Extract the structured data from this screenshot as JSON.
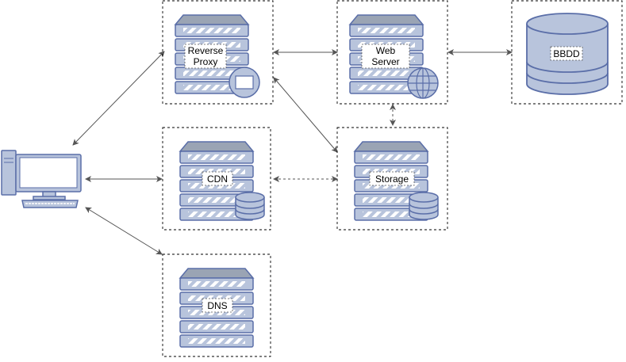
{
  "nodes": {
    "reverse_proxy": {
      "label_line1": "Reverse",
      "label_line2": "Proxy",
      "icon": "server-with-window-icon"
    },
    "web_server": {
      "label_line1": "Web",
      "label_line2": "Server",
      "icon": "server-with-globe-icon"
    },
    "bbdd": {
      "label": "BBDD",
      "icon": "database-icon"
    },
    "cdn": {
      "label": "CDN",
      "icon": "server-with-database-icon"
    },
    "storage": {
      "label": "Storage",
      "icon": "server-with-database-icon"
    },
    "dns": {
      "label": "DNS",
      "icon": "server-icon"
    },
    "client": {
      "icon": "desktop-computer-icon"
    }
  },
  "edges": [
    {
      "from": "client",
      "to": "reverse_proxy",
      "style": "solid",
      "arrows": "both"
    },
    {
      "from": "client",
      "to": "cdn",
      "style": "solid",
      "arrows": "both"
    },
    {
      "from": "client",
      "to": "dns",
      "style": "solid",
      "arrows": "both"
    },
    {
      "from": "reverse_proxy",
      "to": "web_server",
      "style": "solid",
      "arrows": "both"
    },
    {
      "from": "web_server",
      "to": "bbdd",
      "style": "solid",
      "arrows": "both"
    },
    {
      "from": "reverse_proxy",
      "to": "storage",
      "style": "solid",
      "arrows": "both"
    },
    {
      "from": "web_server",
      "to": "storage",
      "style": "dashed",
      "arrows": "both"
    },
    {
      "from": "cdn",
      "to": "storage",
      "style": "dashed",
      "arrows": "both"
    }
  ],
  "colors": {
    "server_fill": "#b8c4dc",
    "server_stroke": "#5a6ea8",
    "server_top": "#9aa4b4",
    "stripe": "#ffffff",
    "edge": "#555555"
  }
}
